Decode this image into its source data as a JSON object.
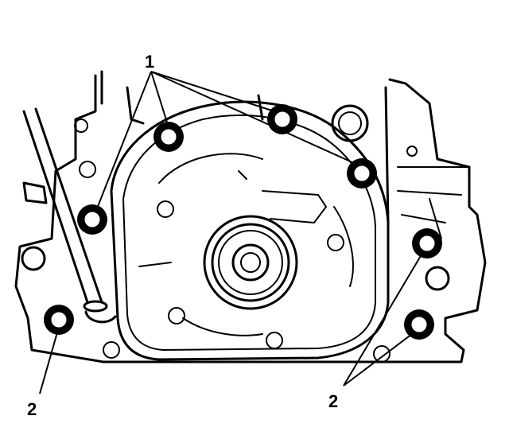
{
  "callouts": {
    "upper_bolts": "1",
    "lower_left_bolt": "2",
    "lower_right_bolts": "2"
  }
}
